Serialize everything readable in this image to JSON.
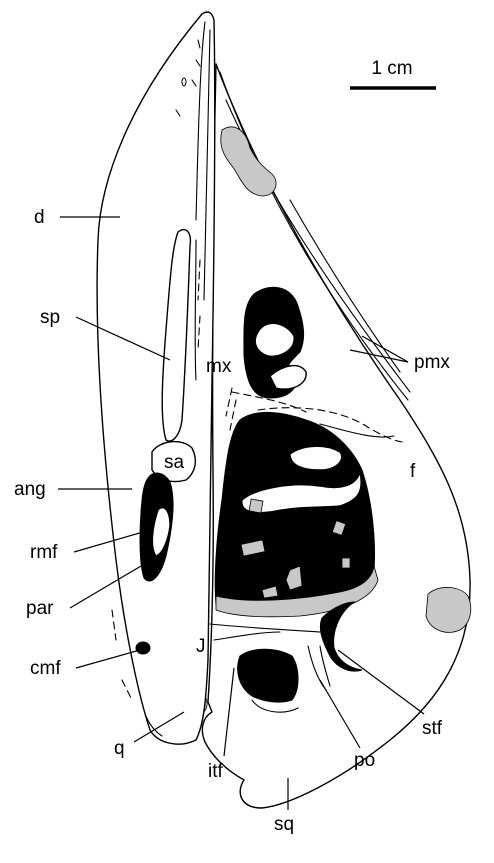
{
  "scale_bar": {
    "label": "1 cm"
  },
  "colors": {
    "foramen_fill": "#000000",
    "matrix_fill": "#c8c8c8",
    "bone_fill": "#ffffff",
    "outline": "#000000"
  },
  "labels": {
    "d": "d",
    "sp": "sp",
    "mx": "mx",
    "pmx": "pmx",
    "sa": "sa",
    "ang": "ang",
    "f": "f",
    "rmf": "rmf",
    "par": "par",
    "cmf": "cmf",
    "J": "J",
    "q": "q",
    "stf": "stf",
    "itf": "itf",
    "po": "po",
    "sq": "sq"
  }
}
